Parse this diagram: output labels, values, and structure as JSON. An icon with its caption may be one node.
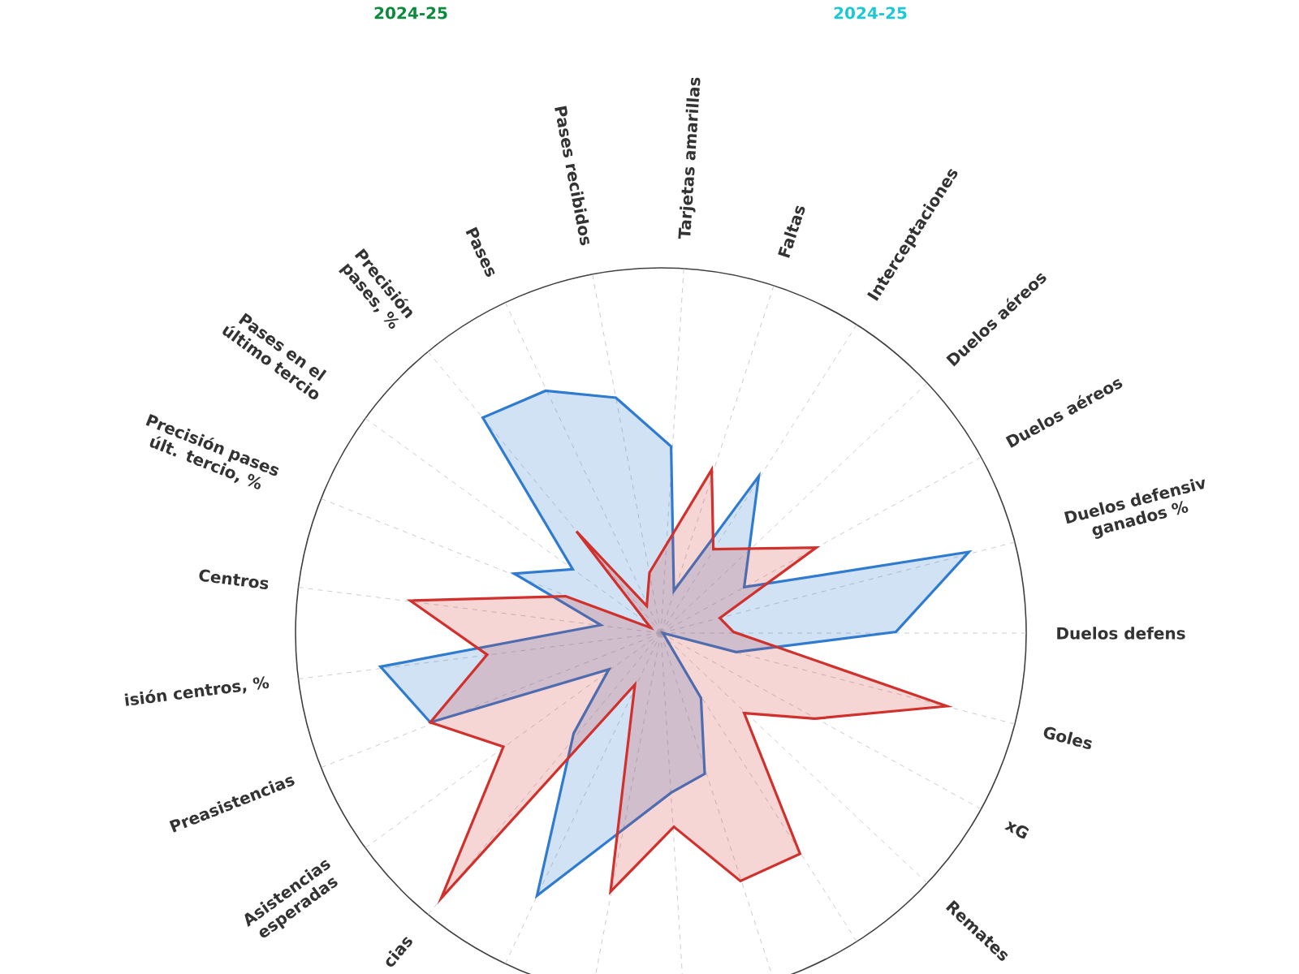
{
  "diagram": {
    "labels": [
      "2024-25",
      "2024-25",
      "Duelos defens",
      "Duelos defensiv ganados %",
      "Duelos aéreos",
      "Duelos aéreos",
      "Interceptaciones",
      "Faltas",
      "Tarjetas amarillas",
      "Pases recibidos",
      "Pases",
      "Precisión pases, %",
      "Pases en el último tercio",
      "Precisión pases últ. tercio, %",
      "Centros",
      "isión centros, %",
      "Preasistencias",
      "Asistencias esperadas",
      "cias",
      "Goles",
      "xG",
      "Remates"
    ]
  }
}
